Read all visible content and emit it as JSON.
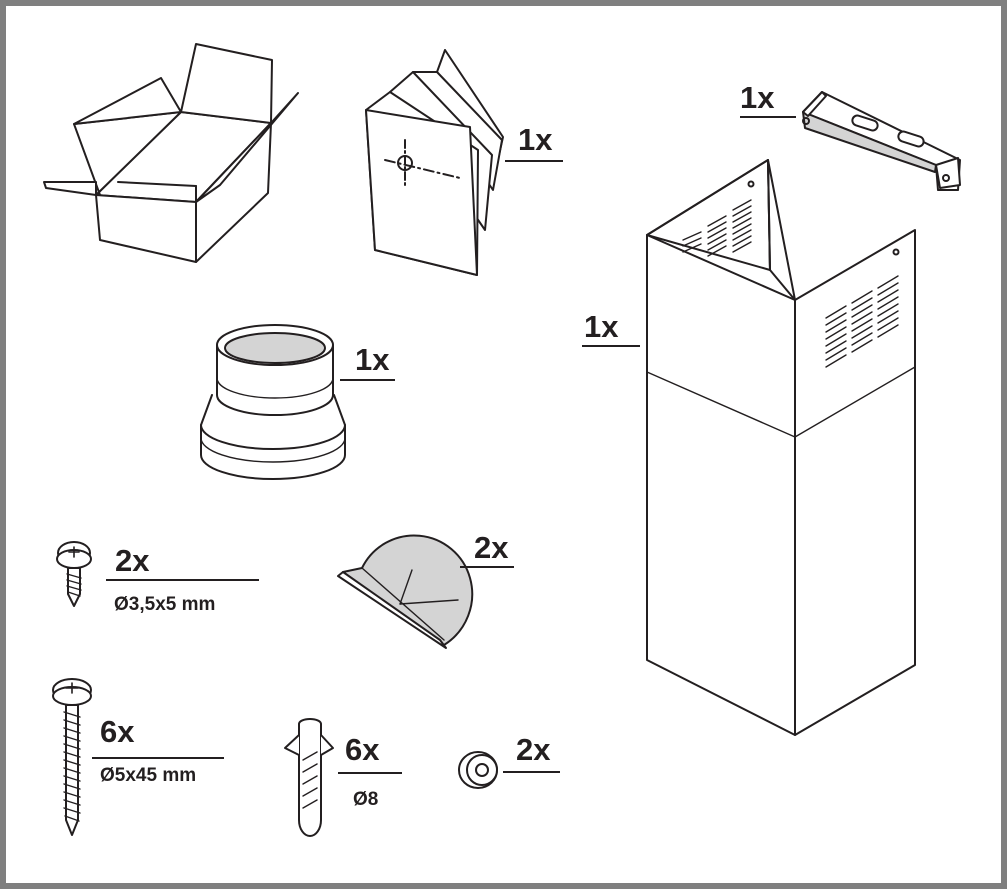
{
  "colors": {
    "frame": "#7f7f7f",
    "stroke": "#231f20",
    "fill": "#ffffff",
    "shade": "#d4d4d4"
  },
  "parts": {
    "manual": {
      "icon": "instruction-manual-icon",
      "qty": "1x"
    },
    "bracket": {
      "icon": "wall-bracket-icon",
      "qty": "1x"
    },
    "chimney": {
      "icon": "chimney-cover-icon",
      "qty": "1x"
    },
    "reducer": {
      "icon": "duct-reducer-icon",
      "qty": "1x"
    },
    "screw_small": {
      "icon": "small-screw-icon",
      "qty": "2x",
      "size": "Ø3,5x5 mm"
    },
    "flap": {
      "icon": "anti-return-flap-icon",
      "qty": "2x"
    },
    "screw_long": {
      "icon": "long-screw-icon",
      "qty": "6x",
      "size": "Ø5x45 mm"
    },
    "plug": {
      "icon": "wall-plug-icon",
      "qty": "6x",
      "size": "Ø8"
    },
    "washer": {
      "icon": "washer-icon",
      "qty": "2x"
    }
  }
}
